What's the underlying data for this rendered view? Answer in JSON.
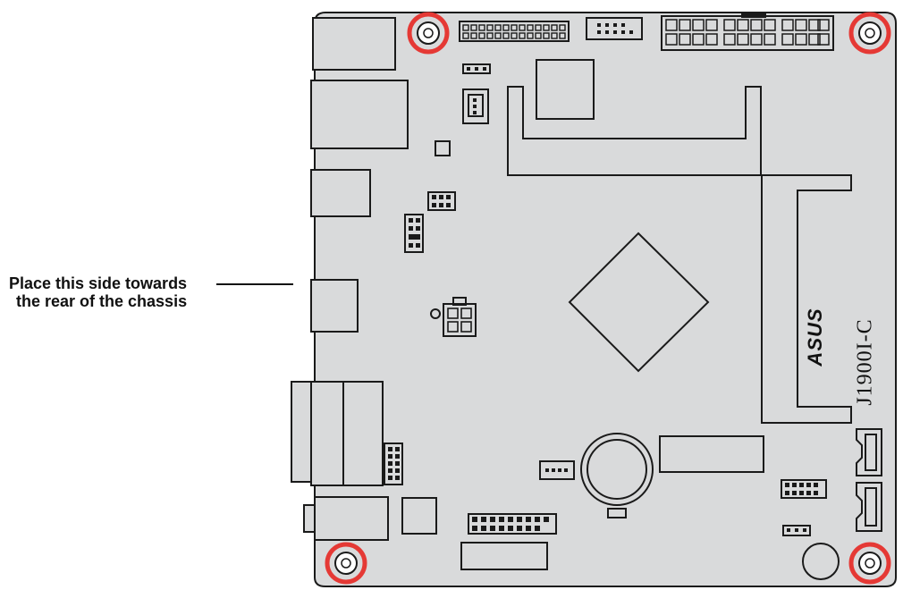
{
  "annotation": {
    "line1": "Place this side towards",
    "line2": "the rear of the chassis"
  },
  "board": {
    "model": "J1900I-C",
    "brand": "ASUS"
  },
  "colors": {
    "board_fill": "#d9dadb",
    "outline": "#1a1a1a",
    "mount_ring": "#e53935"
  }
}
